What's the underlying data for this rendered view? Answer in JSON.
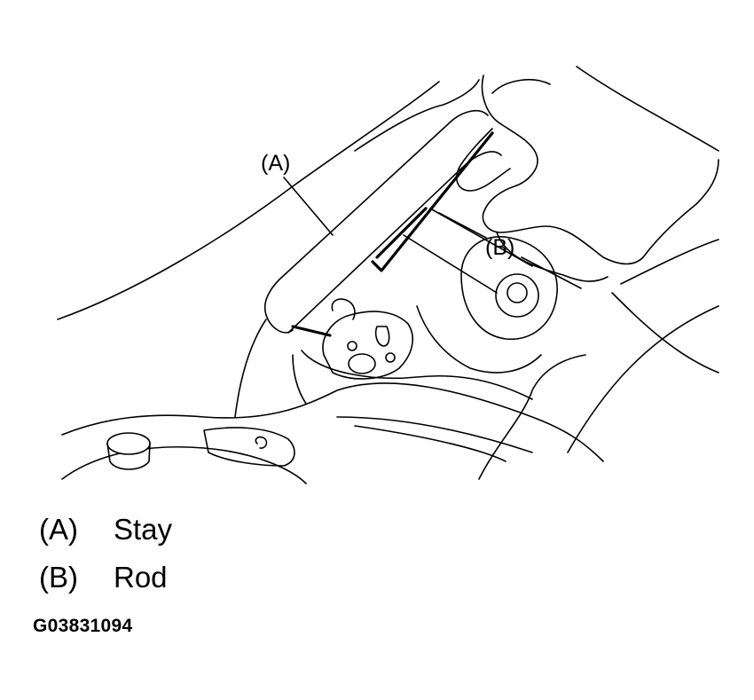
{
  "callouts": {
    "a": "(A)",
    "b": "(B)"
  },
  "legend": [
    {
      "key": "(A)",
      "label": "Stay"
    },
    {
      "key": "(B)",
      "label": "Rod"
    }
  ],
  "figure_code": "G03831094"
}
